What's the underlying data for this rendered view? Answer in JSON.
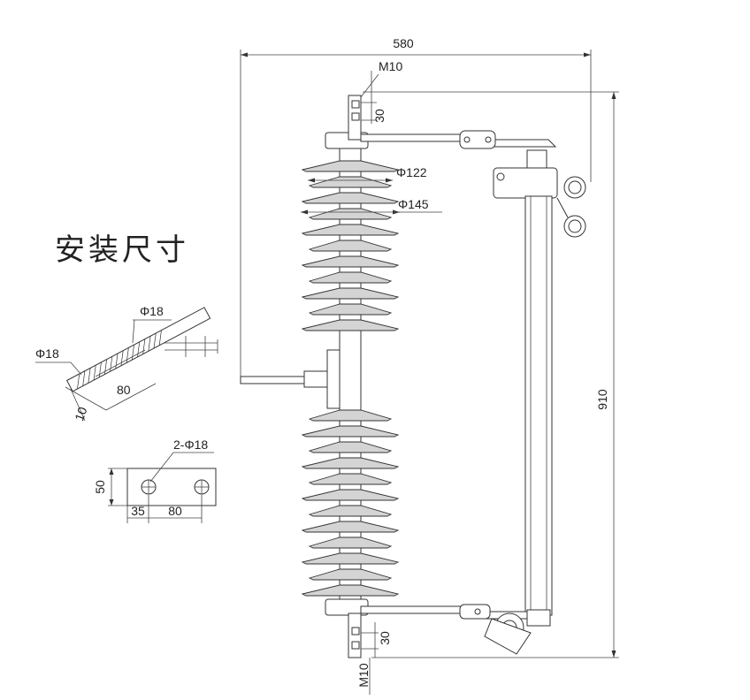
{
  "title": "安装尺寸",
  "dimensions": {
    "overall_width": "580",
    "overall_height": "910",
    "top_bolt": "M10",
    "top_bolt_spacing": "30",
    "bottom_bolt": "M10",
    "bottom_bolt_spacing": "30",
    "large_shed_diameter": "Φ145",
    "small_shed_diameter": "Φ122"
  },
  "bracket_detail": {
    "hole_top": "Φ18",
    "hole_left": "Φ18",
    "length": "80",
    "thickness": "10"
  },
  "plate_detail": {
    "holes": "2-Φ18",
    "height": "50",
    "edge_offset": "35",
    "hole_spacing": "80"
  }
}
